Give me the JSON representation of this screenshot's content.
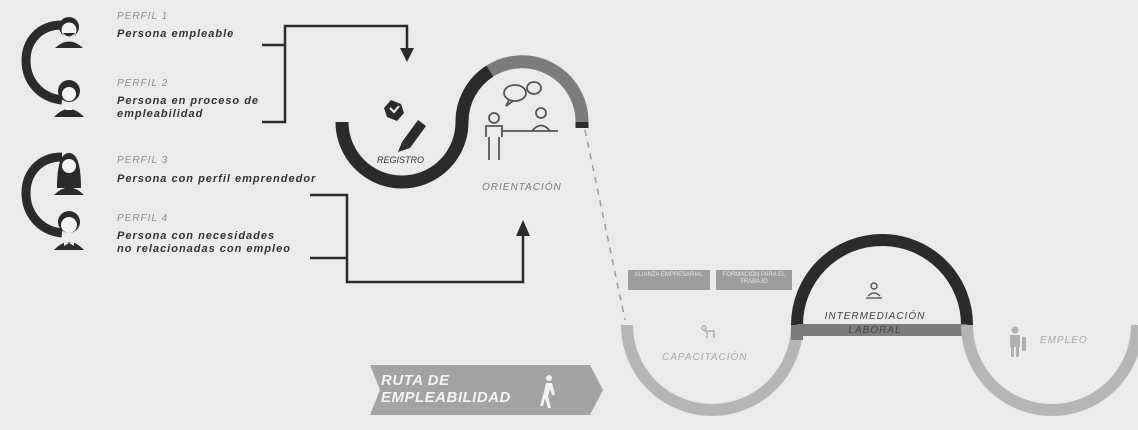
{
  "perfiles": [
    {
      "num": "PERFIL 1",
      "desc": "Persona empleable"
    },
    {
      "num": "PERFIL 2",
      "desc": "Persona en proceso de empleabilidad"
    },
    {
      "num": "PERFIL 3",
      "desc": "Persona con perfil emprendedor"
    },
    {
      "num": "PERFIL 4",
      "desc": "Persona con necesidades no relacionadas con empleo"
    }
  ],
  "pasos": {
    "registro": "REGISTRO",
    "orientacion": "ORIENTACIÓN",
    "capacitacion": "CAPACITACIÓN",
    "intermediacion": "INTERMEDIACIÓN LABORAL",
    "empleo": "EMPLEO"
  },
  "tags": [
    "ALIANZA EMPRESARIAL",
    "FORMACIÓN PARA EL TRABAJO"
  ],
  "banner": "RUTA DE EMPLEABILIDAD",
  "colors": {
    "dark": "#2b2b2b",
    "mid": "#7c7c7c",
    "light": "#b5b5b5"
  }
}
